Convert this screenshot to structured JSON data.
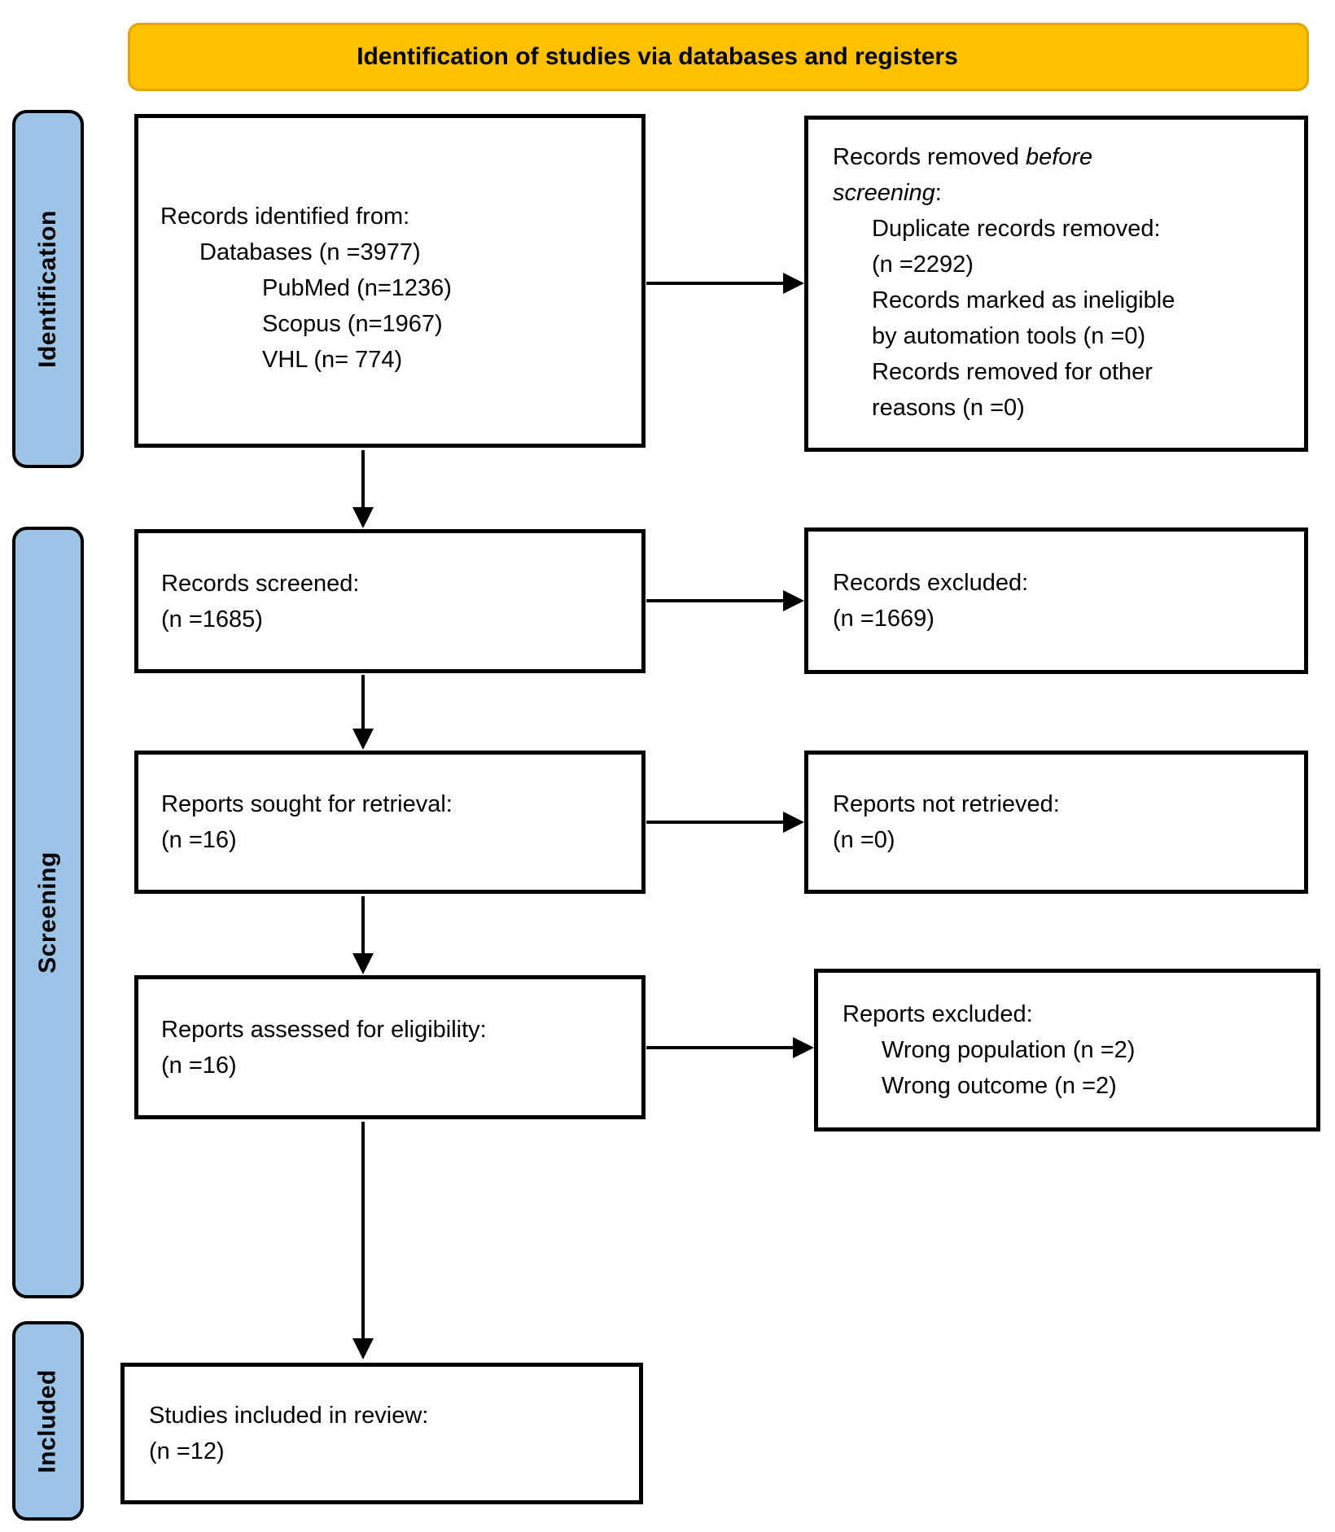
{
  "banner": {
    "title": "Identification of studies via databases and registers"
  },
  "sidebar": {
    "identification": "Identification",
    "screening": "Screening",
    "included": "Included"
  },
  "boxes": {
    "identified": {
      "l1": "Records identified from:",
      "l2": "Databases (n =3977)",
      "l3": "PubMed (n=1236)",
      "l4": "Scopus (n=1967)",
      "l5": "VHL (n= 774)"
    },
    "removed": {
      "l1a": "Records removed ",
      "l1b": "before",
      "l2a": "screening",
      "l2b": ":",
      "l3": "Duplicate records removed:",
      "l4": "(n =2292)",
      "l5": "Records marked as ineligible",
      "l6": "by automation tools (n =0)",
      "l7": "Records removed for other",
      "l8": "reasons (n =0)"
    },
    "screened": {
      "l1": "Records screened:",
      "l2": "(n =1685)"
    },
    "records_excluded": {
      "l1": "Records excluded:",
      "l2": "(n =1669)"
    },
    "sought": {
      "l1": "Reports sought for retrieval:",
      "l2": "(n =16)"
    },
    "not_retrieved": {
      "l1": "Reports not retrieved:",
      "l2": "(n =0)"
    },
    "assessed": {
      "l1": "Reports assessed for eligibility:",
      "l2": "(n =16)"
    },
    "reports_excluded": {
      "l1": "Reports excluded:",
      "l2": "Wrong population (n =2)",
      "l3": "Wrong outcome (n =2)"
    },
    "included_review": {
      "l1": "Studies included in review:",
      "l2": "(n =12)"
    }
  },
  "colors": {
    "banner-fill": "#FFC000",
    "banner-border": "#E1A512",
    "stage-fill": "#9DC3E6",
    "ink": "#000000"
  }
}
